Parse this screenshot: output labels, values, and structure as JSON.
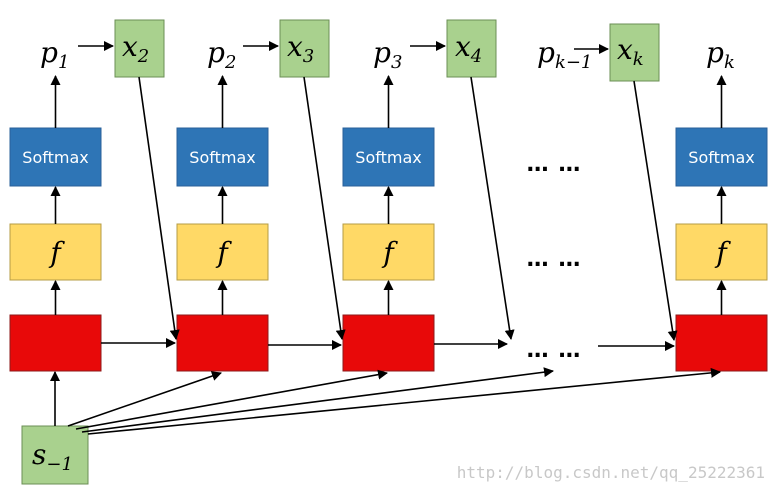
{
  "labels": {
    "softmax": "Softmax",
    "f": "f",
    "ellipsis": "… …",
    "source_var": "s",
    "source_sub": "−1"
  },
  "outputs": [
    {
      "p": "p",
      "p_sub": "1",
      "x": "x",
      "x_sub": "2"
    },
    {
      "p": "p",
      "p_sub": "2",
      "x": "x",
      "x_sub": "3"
    },
    {
      "p": "p",
      "p_sub": "3",
      "x": "x",
      "x_sub": "4"
    },
    {
      "p": "p",
      "p_sub": "k−1",
      "x": "x",
      "x_sub": "k"
    },
    {
      "p": "p",
      "p_sub": "k"
    }
  ],
  "colors": {
    "softmax": "#2e75b6",
    "f": "#ffd966",
    "state": "#e80909",
    "token": "#a9d18e",
    "watermark": "#c8c8c8"
  },
  "watermark": "http://blog.csdn.net/qq_25222361"
}
